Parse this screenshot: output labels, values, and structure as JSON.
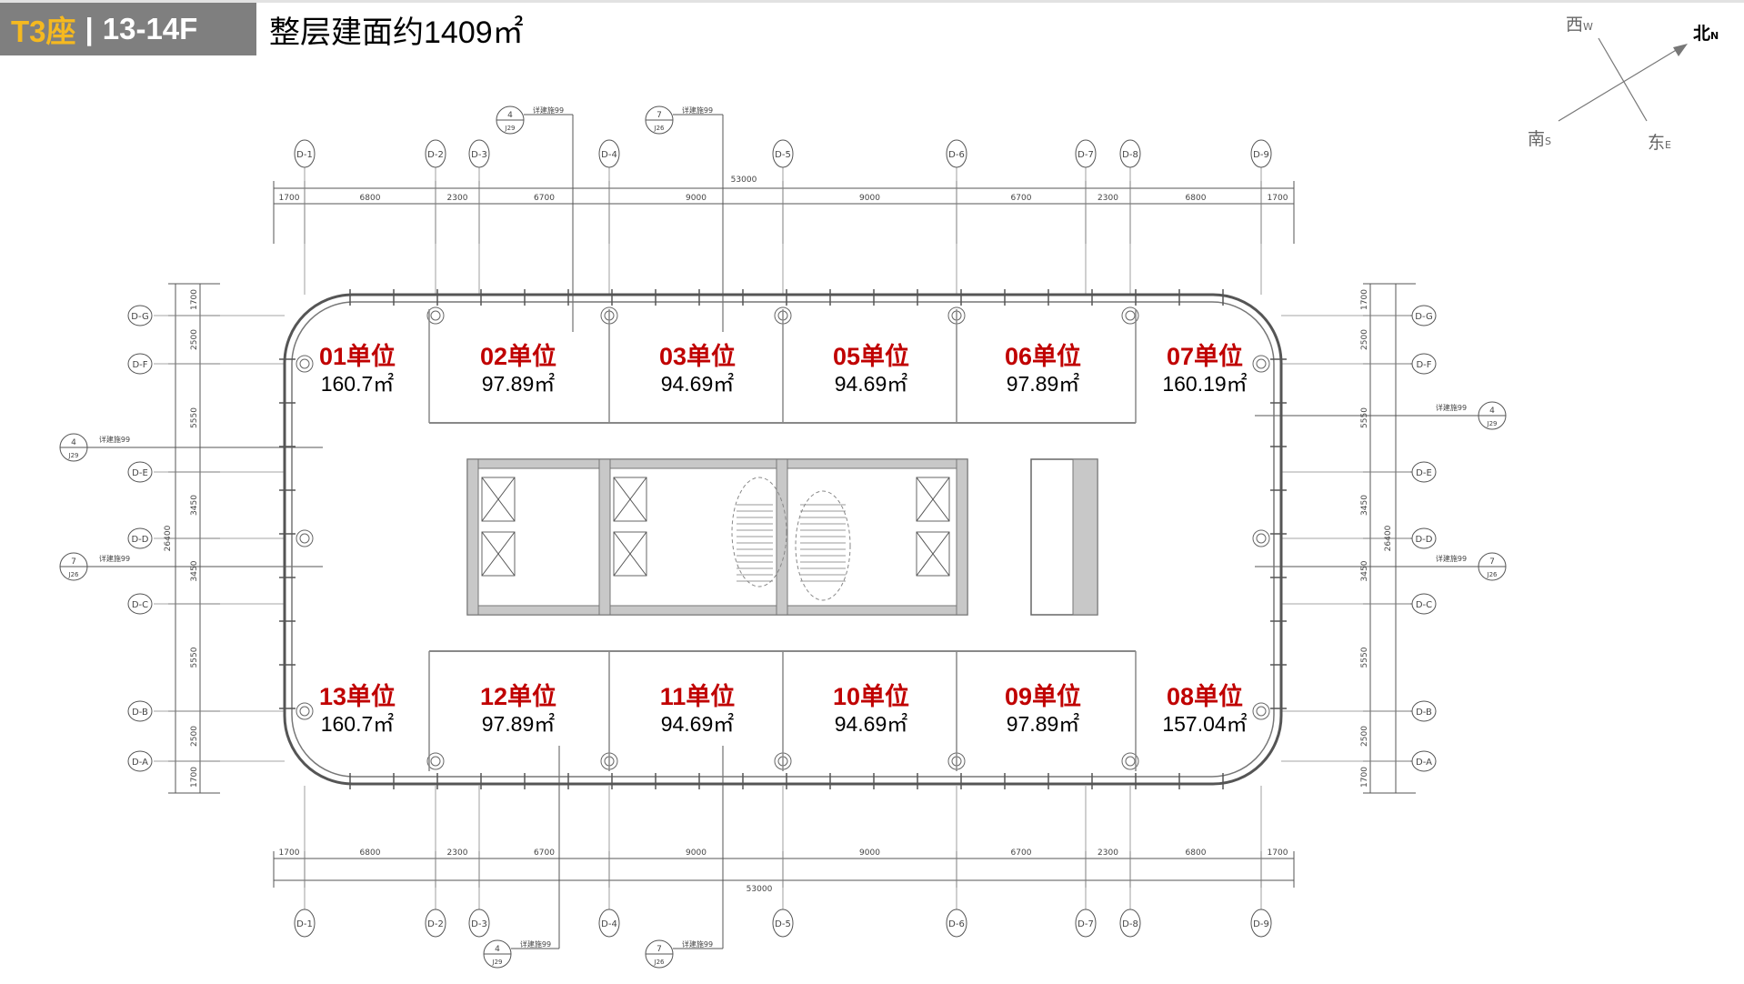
{
  "header": {
    "tower": "T3座",
    "separator": "|",
    "floors": "13-14F",
    "title": "整层建面约1409㎡"
  },
  "compass": {
    "west": "西",
    "west_en": "W",
    "north": "北",
    "north_en": "N",
    "south": "南",
    "south_en": "S",
    "east": "东",
    "east_en": "E"
  },
  "grid": {
    "columns": [
      "D-1",
      "D-2",
      "D-3",
      "D-4",
      "D-5",
      "D-6",
      "D-7",
      "D-8",
      "D-9"
    ],
    "rows": [
      "D-G",
      "D-F",
      "D-E",
      "D-D",
      "D-C",
      "D-B",
      "D-A"
    ],
    "h_dims": [
      "1700",
      "6800",
      "2300",
      "6700",
      "9000",
      "9000",
      "6700",
      "2300",
      "6800",
      "1700"
    ],
    "h_total": "53000",
    "v_dims": [
      "1700",
      "2500",
      "5550",
      "3450",
      "3450",
      "5550",
      "2500",
      "1700"
    ],
    "v_total": "26400"
  },
  "sections": [
    {
      "num": "4",
      "sheet": "J29",
      "note": "详建施99"
    },
    {
      "num": "7",
      "sheet": "J26",
      "note": "详建施99"
    },
    {
      "num": "4",
      "sheet": "J29",
      "note": "详建施99"
    },
    {
      "num": "7",
      "sheet": "J26",
      "note": "详建施99"
    },
    {
      "num": "4",
      "sheet": "J29",
      "note": "详建施99"
    },
    {
      "num": "7",
      "sheet": "J26",
      "note": "详建施99"
    },
    {
      "num": "4",
      "sheet": "J29",
      "note": "详建施99"
    },
    {
      "num": "7",
      "sheet": "J26",
      "note": "详建施99"
    }
  ],
  "units": [
    {
      "name": "01单位",
      "area": "160.7㎡"
    },
    {
      "name": "02单位",
      "area": "97.89㎡"
    },
    {
      "name": "03单位",
      "area": "94.69㎡"
    },
    {
      "name": "05单位",
      "area": "94.69㎡"
    },
    {
      "name": "06单位",
      "area": "97.89㎡"
    },
    {
      "name": "07单位",
      "area": "160.19㎡"
    },
    {
      "name": "13单位",
      "area": "160.7㎡"
    },
    {
      "name": "12单位",
      "area": "97.89㎡"
    },
    {
      "name": "11单位",
      "area": "94.69㎡"
    },
    {
      "name": "10单位",
      "area": "94.69㎡"
    },
    {
      "name": "09单位",
      "area": "97.89㎡"
    },
    {
      "name": "08单位",
      "area": "157.04㎡"
    }
  ],
  "colors": {
    "accent": "#f5b920",
    "unit_label": "#c00000",
    "badge_bg": "#7f7f7f",
    "core_fill": "#c8c8c8"
  }
}
